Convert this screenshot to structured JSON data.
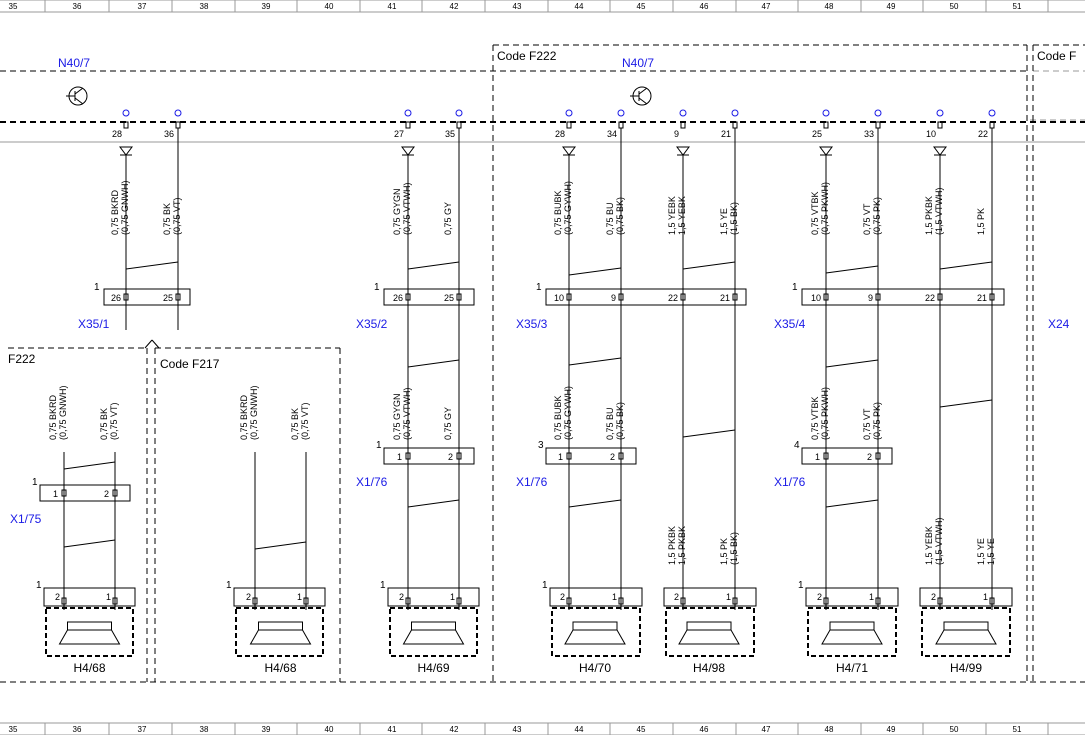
{
  "ruler": {
    "columns": [
      "35",
      "36",
      "37",
      "38",
      "39",
      "40",
      "41",
      "42",
      "43",
      "44",
      "45",
      "46",
      "47",
      "48",
      "49",
      "50",
      "51"
    ]
  },
  "blocks": {
    "code_f222_top": "Code F222",
    "code_right": "Code F",
    "code_f222_left": "F222",
    "code_f217": "Code F217"
  },
  "modules": {
    "n40_7_left": "N40/7",
    "n40_7_right": "N40/7"
  },
  "pins": [
    "28",
    "36",
    "27",
    "35",
    "28",
    "34",
    "9",
    "21",
    "25",
    "33",
    "10",
    "22"
  ],
  "wires_top": [
    {
      "main": "0,75 BKRD",
      "sub": "(0,75 GNWH)"
    },
    {
      "main": "0,75 BK",
      "sub": "(0,75 VT)"
    },
    {
      "main": "0,75 GYGN",
      "sub": "(0,75 VTWH)"
    },
    {
      "main": "0,75 GY",
      "sub": ""
    },
    {
      "main": "0,75 BUBK",
      "sub": "(0,75 GYWH)"
    },
    {
      "main": "0,75 BU",
      "sub": "(0,75 BK)"
    },
    {
      "main": "1,5 YEBK",
      "sub": "1,5 YEBK"
    },
    {
      "main": "1,5 YE",
      "sub": "(1,5 BK)"
    },
    {
      "main": "0,75 VTBK",
      "sub": "(0,75 PKWH)"
    },
    {
      "main": "0,75 VT",
      "sub": "(0,75 PK)"
    },
    {
      "main": "1,5 PKBK",
      "sub": "(1,5 VTWH)"
    },
    {
      "main": "1,5 PK",
      "sub": ""
    }
  ],
  "connectors_x35": [
    {
      "label": "X35/1",
      "index": "1",
      "pin_a": "26",
      "pin_b": "25"
    },
    {
      "label": "X35/2",
      "index": "1",
      "pin_a": "26",
      "pin_b": "25"
    },
    {
      "label": "X35/3",
      "index": "1",
      "pin_a": "10",
      "pin_b": "9",
      "pin_c": "22",
      "pin_d": "21"
    },
    {
      "label": "X35/4",
      "index": "1",
      "pin_a": "10",
      "pin_b": "9",
      "pin_c": "22",
      "pin_d": "21"
    },
    {
      "label": "X24"
    }
  ],
  "wires_mid": [
    {
      "main": "0,75 BKRD",
      "sub": "(0,75 GNWH)"
    },
    {
      "main": "0,75 BK",
      "sub": "(0,75 VT)"
    },
    {
      "main": "0,75 BKRD",
      "sub": "(0,75 GNWH)"
    },
    {
      "main": "0,75 BK",
      "sub": "(0,75 VT)"
    },
    {
      "main": "0,75 GYGN",
      "sub": "(0,75 VTWH)"
    },
    {
      "main": "0,75 GY",
      "sub": ""
    },
    {
      "main": "0,75 BUBK",
      "sub": "(0,75 GYWH)"
    },
    {
      "main": "0,75 BU",
      "sub": "(0,75 BK)"
    },
    {
      "main": "0,75 VTBK",
      "sub": "(0,75 PKWH)"
    },
    {
      "main": "0,75 VT",
      "sub": "(0,75 PK)"
    }
  ],
  "connectors_x1": [
    {
      "label": "X1/75",
      "index": "1",
      "pin_a": "1",
      "pin_b": "2"
    },
    {
      "label": "X1/76",
      "index": "1",
      "pin_a": "1",
      "pin_b": "2"
    },
    {
      "label": "X1/76",
      "index": "3",
      "pin_a": "1",
      "pin_b": "2"
    },
    {
      "label": "X1/76",
      "index": "4",
      "pin_a": "1",
      "pin_b": "2"
    }
  ],
  "wires_low": [
    {
      "main": "1,5 PKBK",
      "sub": "1,5 PKBK"
    },
    {
      "main": "1,5 PK",
      "sub": "(1,5 BK)"
    },
    {
      "main": "1,5 YEBK",
      "sub": "(1,5 VTWH)"
    },
    {
      "main": "1,5 YE",
      "sub": "1,5 YE"
    }
  ],
  "speakers": [
    {
      "label": "H4/68",
      "index": "1",
      "pin_a": "2",
      "pin_b": "1"
    },
    {
      "label": "H4/68",
      "index": "1",
      "pin_a": "2",
      "pin_b": "1"
    },
    {
      "label": "H4/69",
      "index": "1",
      "pin_a": "2",
      "pin_b": "1"
    },
    {
      "label": "H4/70",
      "index": "1",
      "pin_a": "2",
      "pin_b": "1"
    },
    {
      "label": "H4/98",
      "index": "",
      "pin_a": "2",
      "pin_b": "1"
    },
    {
      "label": "H4/71",
      "index": "1",
      "pin_a": "2",
      "pin_b": "1"
    },
    {
      "label": "H4/99",
      "index": "",
      "pin_a": "2",
      "pin_b": "1"
    }
  ],
  "colors": {
    "line": "#000000",
    "accent": "#1a1ae6",
    "divider": "#999999"
  }
}
